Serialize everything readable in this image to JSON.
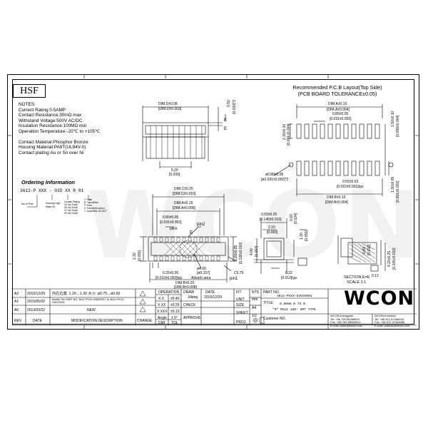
{
  "hsf": "HSF",
  "notes": [
    "NOTES:",
    "Current Rating:0.5AMP",
    "Contact  Resistance:30mΩ max",
    "Withstand Voltage:500V AC/DC",
    "Insulation Resistance:100MΩ  min",
    "Operation Temperature:-20℃  to +105℃",
    "",
    "Contact Material:Phosphor Bronze",
    "Housing Material:PA9T(UL94V-0)",
    "Contact plating:Au or Sn over Ni"
  ],
  "ordering": {
    "title": "Ordering Information",
    "code": "3612-P XXX - 035  XX  R  01",
    "legend_left": "No.of Pins",
    "legend_mid": "Housing High",
    "legend_mid2": "Male=03",
    "legend_opts": [
      "Contact Plating",
      "03~Au/Tin/All",
      "05~Au/Tin/All",
      "07~Au/Tin/All",
      "09~Au/Tin/All"
    ],
    "legend_right": [
      "T~Tube",
      "R~Tape&Reel",
      "P~Pack",
      "0~Transfer&Lockout",
      "1~Cap&Reel-JS-C827"
    ]
  },
  "recommended": {
    "title": "Recommended P.C.B Layout(Top Side)",
    "subtitle": "(PCB BOARD TOLERANCE±0.05)"
  },
  "dims": {
    "top_width": "DIM.D±0.08",
    "top_width_in": "[DIM.D±0.003]",
    "top_h": "0.50",
    "top_h_in": "[0.020]*2",
    "e_label": "E",
    "w520": "5.20",
    "w520_in": "[0.205]",
    "pcb_a": "DIM.A±0.10",
    "pcb_a_in": "[DIM.A±0.004]",
    "pcb_080": "0.80±0.05",
    "pcb_080_in": "[0.031±0.002]",
    "pcb_230": "2.30±0.10",
    "pcb_230_in": "[0.091±0.004]",
    "pcb_150": "1.50±0.10",
    "pcb_150_in": "[0.059±0.004]",
    "pcb_hole": "ø0.80±0.05",
    "pcb_hole_in": "[ø0.031±0.002]*2",
    "pcb_055": "0.55±0.03",
    "pcb_055_in": "[0.022±0.001]typ.",
    "pcb_b": "DIM.B±0.10",
    "pcb_b_in": "[DIM.B±0.004]",
    "pcb_130": "1.30±0.05",
    "pcb_130_in": "[0.051±0.002]",
    "mid_c": "DIM.C±0.25",
    "mid_c_in": "[DIM.C±0.010]",
    "mid_a": "DIM.A±0.15",
    "mid_a_in": "[DIM.A±0.006]",
    "mid_080": "0.80±0.05",
    "mid_080_in": "[0.031±0.002]",
    "pitch": "pitch",
    "pin2": "pin2",
    "e2": "E",
    "mid_232": "2.32",
    "mid_232_in": "[0.091]",
    "mid_320": "3.20±0.25",
    "mid_320_in": "[0.126±0.010]",
    "mid_c075": "C0.75",
    "mid_hole": "ø4.00",
    "mid_hole_in": "[ø0.157]",
    "adsorb": "Adsorb area",
    "pin1": "pin1",
    "mid_025": "0.25±0.05",
    "mid_025_in": "[0.010±0.002]typ.",
    "mid_b": "DIM.B±0.20",
    "mid_b_in": "[DIM.B±0.008]",
    "side_355": "3.55±0.25",
    "side_355_in": "[0.140±0.010]",
    "side_210": "2.10",
    "side_210_in": "[0.083]",
    "side_060": "0.60",
    "side_060_in": "[0.024]",
    "side_130": "1.30",
    "side_130_in": "[0.051]",
    "side_400": "4.00",
    "side_400_in": "[0.157]",
    "side_032": "0.32",
    "side_032_in": "[0.012]typ.",
    "sec_081": "0.81",
    "sec_081_in": "[0.032]",
    "sec_420": "4.20±0.25",
    "sec_420_in": "[0.165±0.010]",
    "sec_012": "0.12",
    "section": "SECTION E=E",
    "scale": "SCALE 1:1"
  },
  "revisions": [
    {
      "rev": "A2",
      "date": "2015/12/29",
      "desc": "内孔位置: 1.20→1.30 大小: ø0.75→ø0.60",
      "change": ""
    },
    {
      "rev": "A1",
      "date": "2015/05/02",
      "desc": "Modify The PART NO.  3612-PXXX-0350XR01 To 3612-PXXX-035XXR01",
      "change": ""
    },
    {
      "rev": "A0",
      "date": "2013/03/22",
      "desc": "NEW",
      "change": ""
    }
  ],
  "rev_headers": {
    "rev": "REV",
    "date": "DATE",
    "desc": "MODIFICATION DESCRIPTION",
    "change": "CHANGE"
  },
  "operation": {
    "title": "OPERATION",
    "rows": [
      {
        "k": "X.X",
        "v": "±0.40"
      },
      {
        "k": "X.XX",
        "v": "±0.25"
      },
      {
        "k": "X.XXX",
        "v": "±0.10"
      }
    ],
    "angle": "Angle",
    "angle_v": "± 5°",
    "dim": "DIM",
    "tol": "TOL"
  },
  "approvals": {
    "draw": "DRAW",
    "draw_name": "Jiliang",
    "check": "CHECK",
    "approve": "APPROVE",
    "date_h": "DATE",
    "date": "2015/12/29"
  },
  "meta": {
    "fit": "FIT",
    "fit_v": "NTS",
    "size": "SIZE",
    "size_v": "A4",
    "sheet": "SHEET",
    "sheet_v": "1/2",
    "proj": "PROJ.",
    "unit": "UNIT",
    "unit_v": "mm"
  },
  "part": {
    "label": "PART NO.",
    "no": "3612-PXXX-035XXR01",
    "title_label": "TITLE:",
    "line1": "0.80mm B TO B",
    "line2": "\"M\" MALE 180° SMT TYPE",
    "customer": "Customer NO."
  },
  "company": {
    "logo": "WCON",
    "left_name": "WCON-Dongguan",
    "left_tel": "Tel: +86 769 85396903",
    "left_fax": "Fax: +86 769 85398913",
    "left_mail": "E-mail: sales@wcon.com",
    "right_name": "WCON-Kunshan",
    "right_tel": "Tel: +86 512 57468435",
    "right_fax": "Fax: +86 512 57468468",
    "right_mail": "E-mail: salesks@wcon.com"
  },
  "watermark": "WCON"
}
